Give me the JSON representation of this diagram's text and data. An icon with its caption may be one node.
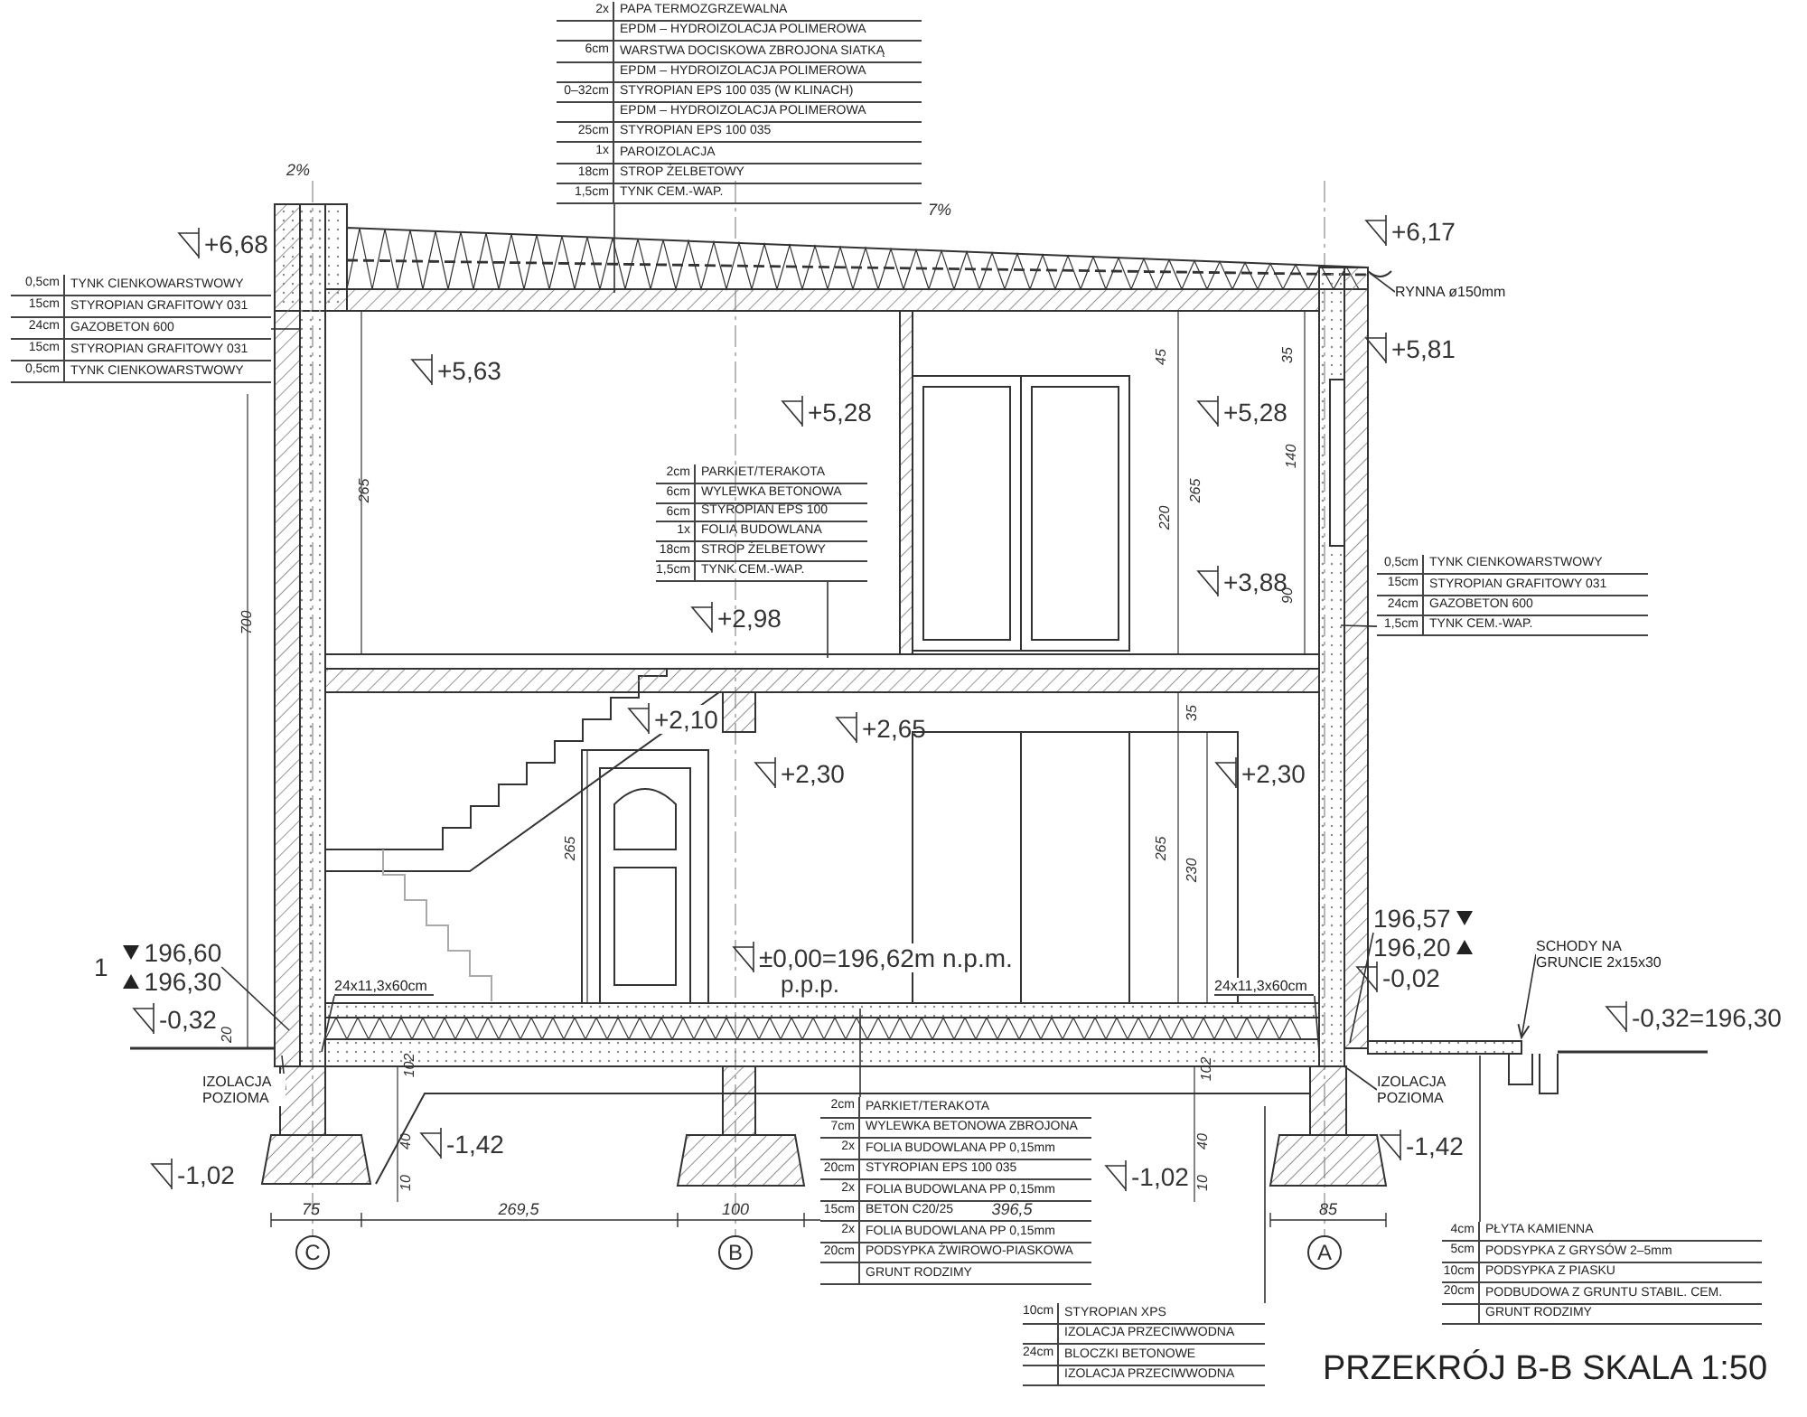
{
  "diagram": {
    "title": "PRZEKRÓJ B-B SKALA 1:50",
    "nodes": [
      {
        "text": [
          "2x",
          "PAPA TERMOZGRZEWALNA"
        ]
      },
      {
        "text": [
          "EPDM – HYDROIZOLACJA POLIMEROWA"
        ]
      },
      {
        "text": [
          "6cm",
          "WARSTWA DOCISKOWA ZBROJONA SIATKĄ"
        ]
      },
      {
        "text": [
          "EPDM – HYDROIZOLACJA POLIMEROWA"
        ]
      },
      {
        "text": [
          "0–32cm",
          "STYROPIAN EPS 100 035 (W KLINACH)"
        ]
      },
      {
        "text": [
          "EPDM – HYDROIZOLACJA POLIMEROWA"
        ]
      },
      {
        "text": [
          "25cm",
          "STYROPIAN EPS 100 035"
        ]
      },
      {
        "text": [
          "1x",
          "PAROIZOLACJA"
        ]
      },
      {
        "text": [
          "18cm",
          "STROP ŻELBETOWY"
        ]
      },
      {
        "text": [
          "1,5cm",
          "TYNK CEM.-WAP."
        ]
      },
      {
        "text": [
          "0,5cm",
          "TYNK CIENKOWARSTWOWY"
        ]
      },
      {
        "text": [
          "15cm",
          "STYROPIAN GRAFITOWY 031"
        ]
      },
      {
        "text": [
          "24cm",
          "GAZOBETON 600"
        ]
      },
      {
        "text": [
          "15cm",
          "STYROPIAN GRAFITOWY 031"
        ]
      },
      {
        "text": [
          "0,5cm",
          "TYNK CIENKOWARSTWOWY"
        ]
      },
      {
        "text": [
          "RYNNA ø150mm"
        ]
      },
      {
        "text": [
          "2cm",
          "PARKIET/TERAKOTA"
        ]
      },
      {
        "text": [
          "6cm",
          "WYLEWKA BETONOWA"
        ]
      },
      {
        "text": [
          "6cm",
          "STYROPIAN EPS 100"
        ]
      },
      {
        "text": [
          "1x",
          "FOLIA BUDOWLANA"
        ]
      },
      {
        "text": [
          "18cm",
          "STROP ŻELBETOWY"
        ]
      },
      {
        "text": [
          "1,5cm",
          "TYNK CEM.-WAP."
        ]
      },
      {
        "text": [
          "0,5cm",
          "TYNK CIENKOWARSTWOWY"
        ]
      },
      {
        "text": [
          "15cm",
          "STYROPIAN GRAFITOWY 031"
        ]
      },
      {
        "text": [
          "24cm",
          "GAZOBETON 600"
        ]
      },
      {
        "text": [
          "1,5cm",
          "TYNK CEM.-WAP."
        ]
      },
      {
        "text": [
          "196,60",
          "196,30"
        ],
        "beside": [
          "1"
        ]
      },
      {
        "text": [
          "24x11,3x60cm"
        ]
      },
      {
        "text": [
          "24x11,3x60cm"
        ]
      },
      {
        "text": [
          "196,57",
          "196,20"
        ]
      },
      {
        "text": [
          "SCHODY NA GRUNCIE 2x15x30"
        ]
      },
      {
        "text": [
          "IZOLACJA POZIOMA"
        ]
      },
      {
        "text": [
          "IZOLACJA POZIOMA"
        ]
      },
      {
        "text": [
          "2cm",
          "PARKIET/TERAKOTA"
        ]
      },
      {
        "text": [
          "7cm",
          "WYLEWKA BETONOWA ZBROJONA"
        ]
      },
      {
        "text": [
          "2x",
          "FOLIA BUDOWLANA PP 0,15mm"
        ]
      },
      {
        "text": [
          "20cm",
          "STYROPIAN EPS 100 035"
        ]
      },
      {
        "text": [
          "2x",
          "FOLIA BUDOWLANA PP 0,15mm"
        ]
      },
      {
        "text": [
          "15cm",
          "BETON C20/25"
        ]
      },
      {
        "text": [
          "2x",
          "FOLIA BUDOWLANA PP 0,15mm"
        ]
      },
      {
        "text": [
          "20cm",
          "PODSYPKA ŻWIROWO-PIASKOWA"
        ]
      },
      {
        "text": [
          "GRUNT RODZIMY"
        ]
      },
      {
        "text": [
          "4cm",
          "PŁYTA KAMIENNA"
        ]
      },
      {
        "text": [
          "5cm",
          "PODSYPKA Z GRYSÓW 2–5mm"
        ]
      },
      {
        "text": [
          "10cm",
          "PODSYPKA Z PIASKU"
        ]
      },
      {
        "text": [
          "20cm",
          "PODBUDOWA Z GRUNTU STABIL. CEM."
        ]
      },
      {
        "text": [
          "GRUNT RODZIMY"
        ]
      },
      {
        "text": [
          "10cm",
          "STYROPIAN XPS"
        ]
      },
      {
        "text": [
          "IZOLACJA PRZECIWWODNA"
        ]
      },
      {
        "text": [
          "24cm",
          "BLOCZKI BETONOWE"
        ]
      },
      {
        "text": [
          "IZOLACJA PRZECIWWODNA"
        ]
      }
    ],
    "edges": [
      {
        "from": 9,
        "to": null,
        "arrow": "none"
      },
      {
        "from": 12,
        "to": null,
        "arrow": "none"
      },
      {
        "from": 15,
        "to": null,
        "arrow": "none"
      },
      {
        "from": 21,
        "to": null,
        "arrow": "none"
      },
      {
        "from": 25,
        "to": null,
        "arrow": "none"
      },
      {
        "from": 26,
        "to": null,
        "arrow": "none"
      },
      {
        "from": 27,
        "to": null,
        "arrow": "none"
      },
      {
        "from": 28,
        "to": null,
        "arrow": "none"
      },
      {
        "from": 29,
        "to": null,
        "arrow": "none"
      },
      {
        "from": 30,
        "to": null,
        "arrow": "to"
      },
      {
        "from": 31,
        "to": null,
        "arrow": "none"
      },
      {
        "from": 32,
        "to": null,
        "arrow": "none"
      },
      {
        "from": 33,
        "to": null,
        "arrow": "none"
      },
      {
        "from": 42,
        "to": null,
        "arrow": "none"
      },
      {
        "from": 47,
        "to": null,
        "arrow": "none"
      }
    ],
    "labels": [
      "2%",
      "+6,68",
      "7%",
      "+6,17",
      "+5,81",
      "+5,63",
      "+5,28",
      "+5,28",
      "45",
      "35",
      "265",
      "140",
      "265",
      "220",
      "+3,88",
      "90",
      "700",
      "+2,98",
      "35",
      "+2,10",
      "+2,65",
      "+2,30",
      "+2,30",
      "265",
      "265",
      "230",
      "±0,00=196,62m n.p.m.",
      "p.p.p.",
      "-0,02",
      "-0,32",
      "-0,32=196,30",
      "20",
      "102",
      "102",
      "40",
      "-1,42",
      "40",
      "-1,42",
      "-1,02",
      "10",
      "-1,02",
      "10",
      "75",
      "269,5",
      "100",
      "396,5",
      "85",
      "C",
      "B",
      "A"
    ]
  }
}
